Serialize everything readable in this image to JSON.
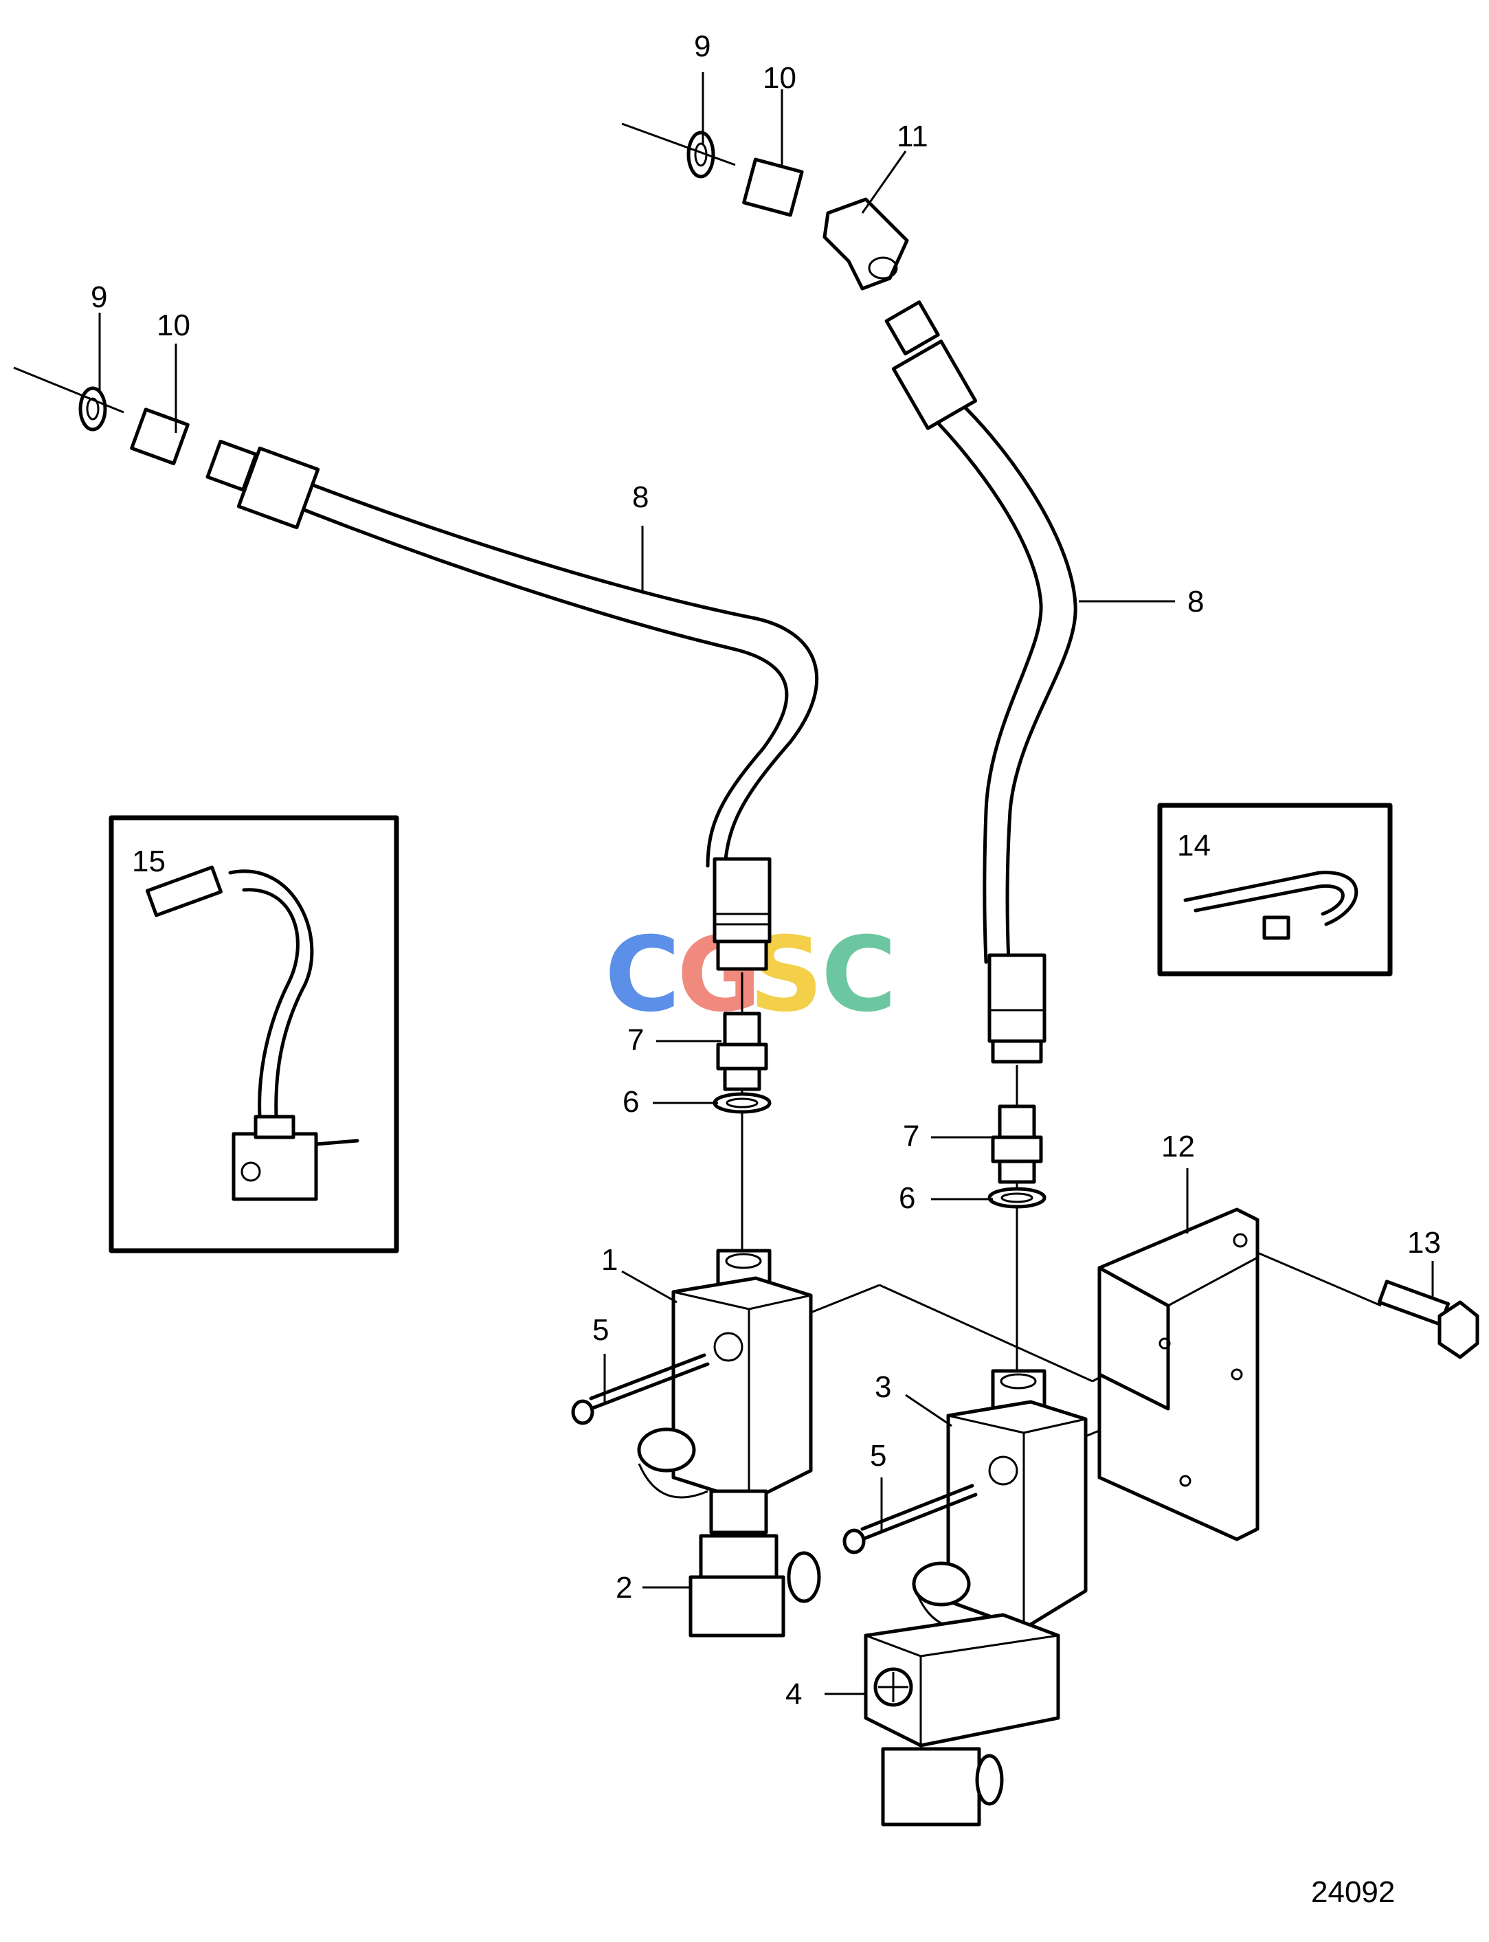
{
  "diagram_id": "24092",
  "watermark": {
    "letters": [
      "C",
      "G",
      "S",
      "C"
    ],
    "colors": [
      "#5b8fe8",
      "#f08a7e",
      "#f3cf4a",
      "#6cc7a0"
    ]
  },
  "callouts": {
    "c1": "1",
    "c2": "2",
    "c3": "3",
    "c4": "4",
    "c5a": "5",
    "c5b": "5",
    "c6a": "6",
    "c6b": "6",
    "c7a": "7",
    "c7b": "7",
    "c8a": "8",
    "c8b": "8",
    "c9a": "9",
    "c9b": "9",
    "c10a": "10",
    "c10b": "10",
    "c11": "11",
    "c12": "12",
    "c13": "13",
    "c14": "14",
    "c15": "15"
  }
}
